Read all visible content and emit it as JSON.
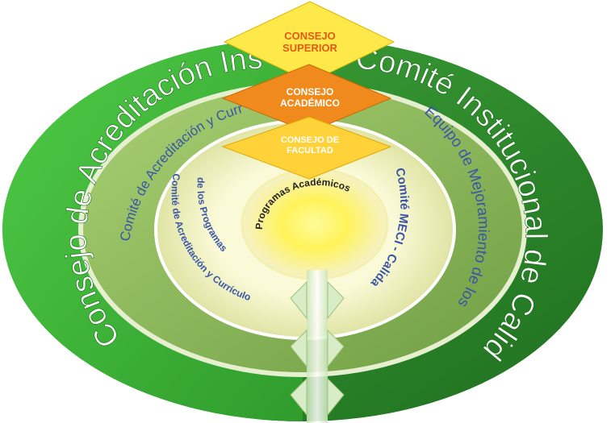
{
  "diagram": {
    "outer_left_label": "Consejo de Acreditación Institucional",
    "outer_right_label": "Comité Institucional de Calidad",
    "middle_left_label": "Comité de Acreditación y Currículo de la Facultad",
    "middle_right_label": "Equipo de Mejoramiento de los Procesos",
    "inner_left_label_1": "Comité de Acreditación y Currículo",
    "inner_left_label_2": "de los Programas",
    "inner_right_label": "Comité MECI - Calidad",
    "center_label": "Programas Académicos",
    "top_diamond": {
      "line1": "CONSEJO",
      "line2": "SUPERIOR"
    },
    "middle_diamond": {
      "line1": "CONSEJO",
      "line2": "ACADÉMICO"
    },
    "lower_diamond": {
      "line1": "CONSEJO DE",
      "line2": "FACULTAD"
    }
  },
  "colors": {
    "outer_left_green": "#3fb83a",
    "outer_right_green": "#2f8f2c",
    "middle_green": "#8dbb5b",
    "inner_ring": "#eef0c4",
    "sun_yellow": "#fff35a",
    "top_diamond": "#ffe94a",
    "middle_diamond": "#f08a1c",
    "lower_diamond": "#ffd23a",
    "label_blue": "#3a55a8"
  }
}
